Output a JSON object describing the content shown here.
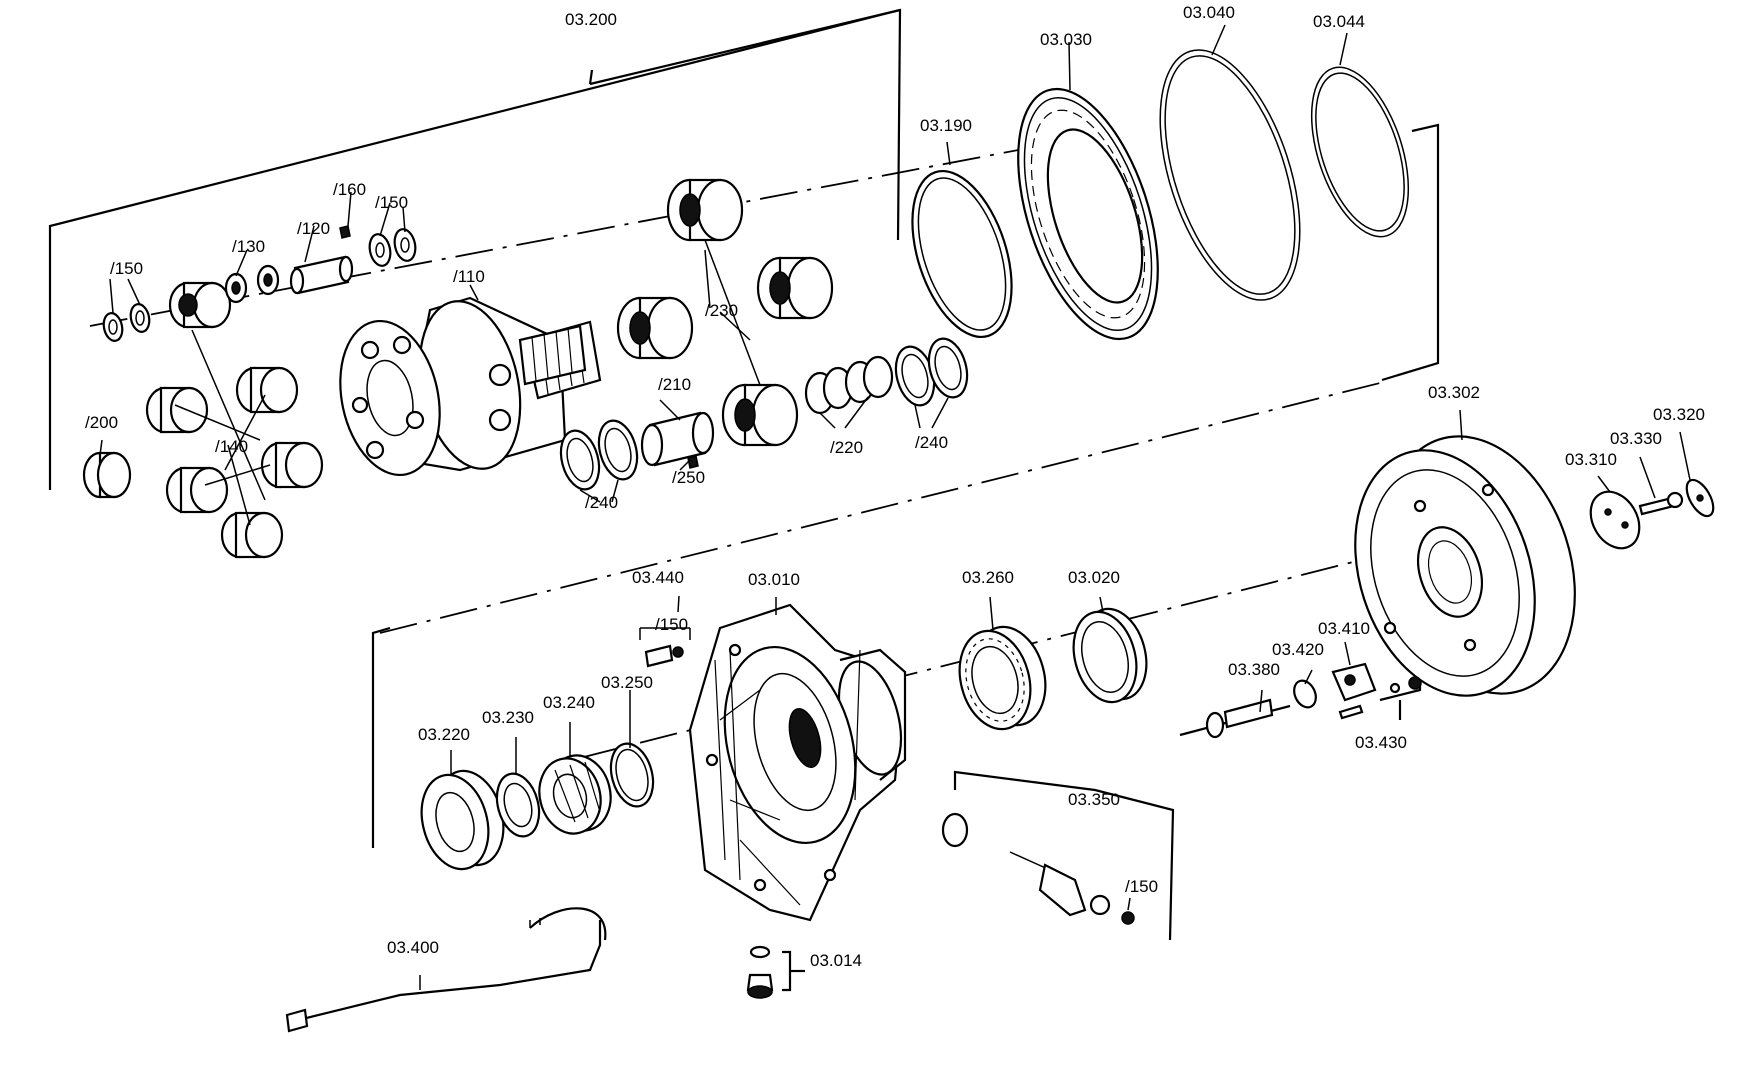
{
  "labels": {
    "l_03_200": "03.200",
    "l_03_030": "03.030",
    "l_03_040": "03.040",
    "l_03_044": "03.044",
    "l_03_190": "03.190",
    "l_160": "/160",
    "l_150_a": "/150",
    "l_130": "/130",
    "l_120": "/120",
    "l_150_b": "/150",
    "l_110": "/110",
    "l_230": "/230",
    "l_210": "/210",
    "l_220": "/220",
    "l_240_a": "/240",
    "l_240_b": "/240",
    "l_250": "/250",
    "l_200": "/200",
    "l_140": "/140",
    "l_03_302": "03.302",
    "l_03_320": "03.320",
    "l_03_330": "03.330",
    "l_03_310": "03.310",
    "l_03_440": "03.440",
    "l_150_c": "/150",
    "l_03_010": "03.010",
    "l_03_260": "03.260",
    "l_03_020": "03.020",
    "l_03_250": "03.250",
    "l_03_240": "03.240",
    "l_03_230": "03.230",
    "l_03_220": "03.220",
    "l_03_410": "03.410",
    "l_03_420": "03.420",
    "l_03_380": "03.380",
    "l_03_430": "03.430",
    "l_03_350": "03.350",
    "l_150_d": "/150",
    "l_03_400": "03.400",
    "l_03_014": "03.014"
  }
}
